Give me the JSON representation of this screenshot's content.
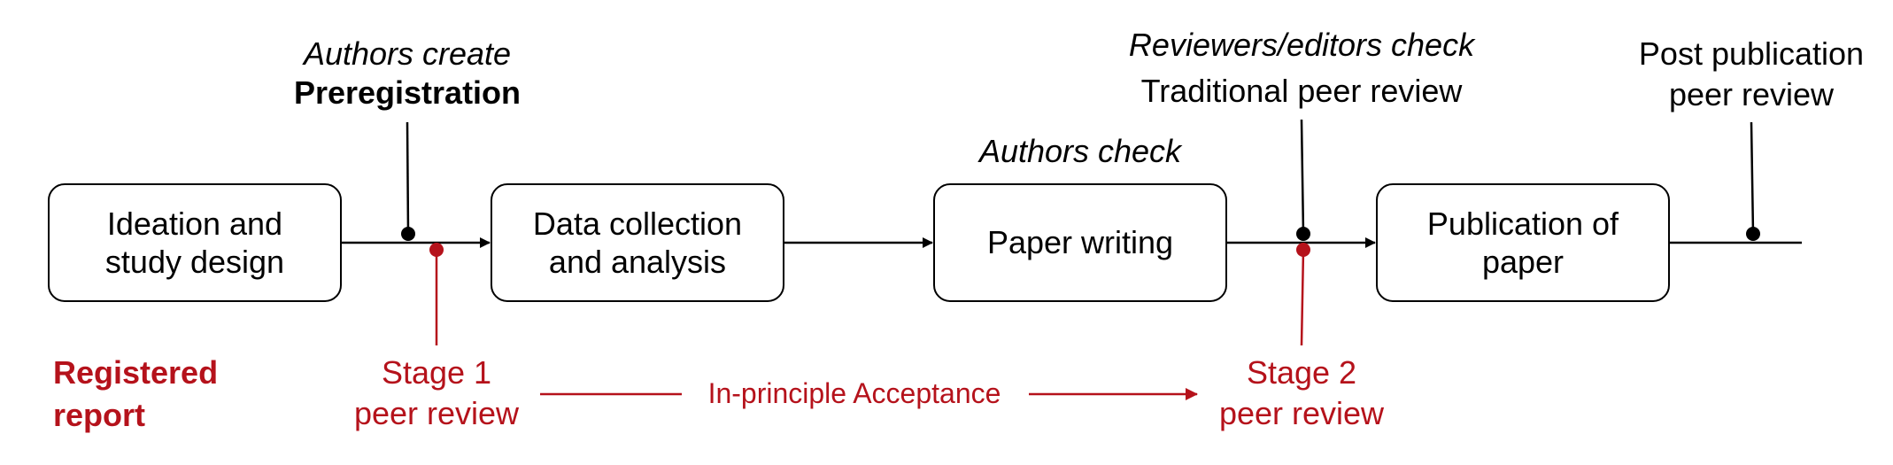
{
  "boxes": [
    {
      "label": "Ideation and\nstudy design"
    },
    {
      "label": "Data collection\nand analysis"
    },
    {
      "label": "Paper writing"
    },
    {
      "label": "Publication of\npaper"
    }
  ],
  "annotations": {
    "preregistration": {
      "italic": "Authors create",
      "bold": "Preregistration"
    },
    "authors_check": "Authors check",
    "traditional": {
      "italic": "Reviewers/editors check",
      "plain": "Traditional peer review"
    },
    "post_publication": {
      "line1": "Post publication",
      "line2": "peer review"
    }
  },
  "registered_report": {
    "title_line1": "Registered",
    "title_line2": "report",
    "stage1": {
      "line1": "Stage 1",
      "line2": "peer review"
    },
    "acceptance": "In-principle Acceptance",
    "stage2": {
      "line1": "Stage 2",
      "line2": "peer review"
    }
  },
  "colors": {
    "accent_red": "#b5121b",
    "line": "#000000"
  }
}
